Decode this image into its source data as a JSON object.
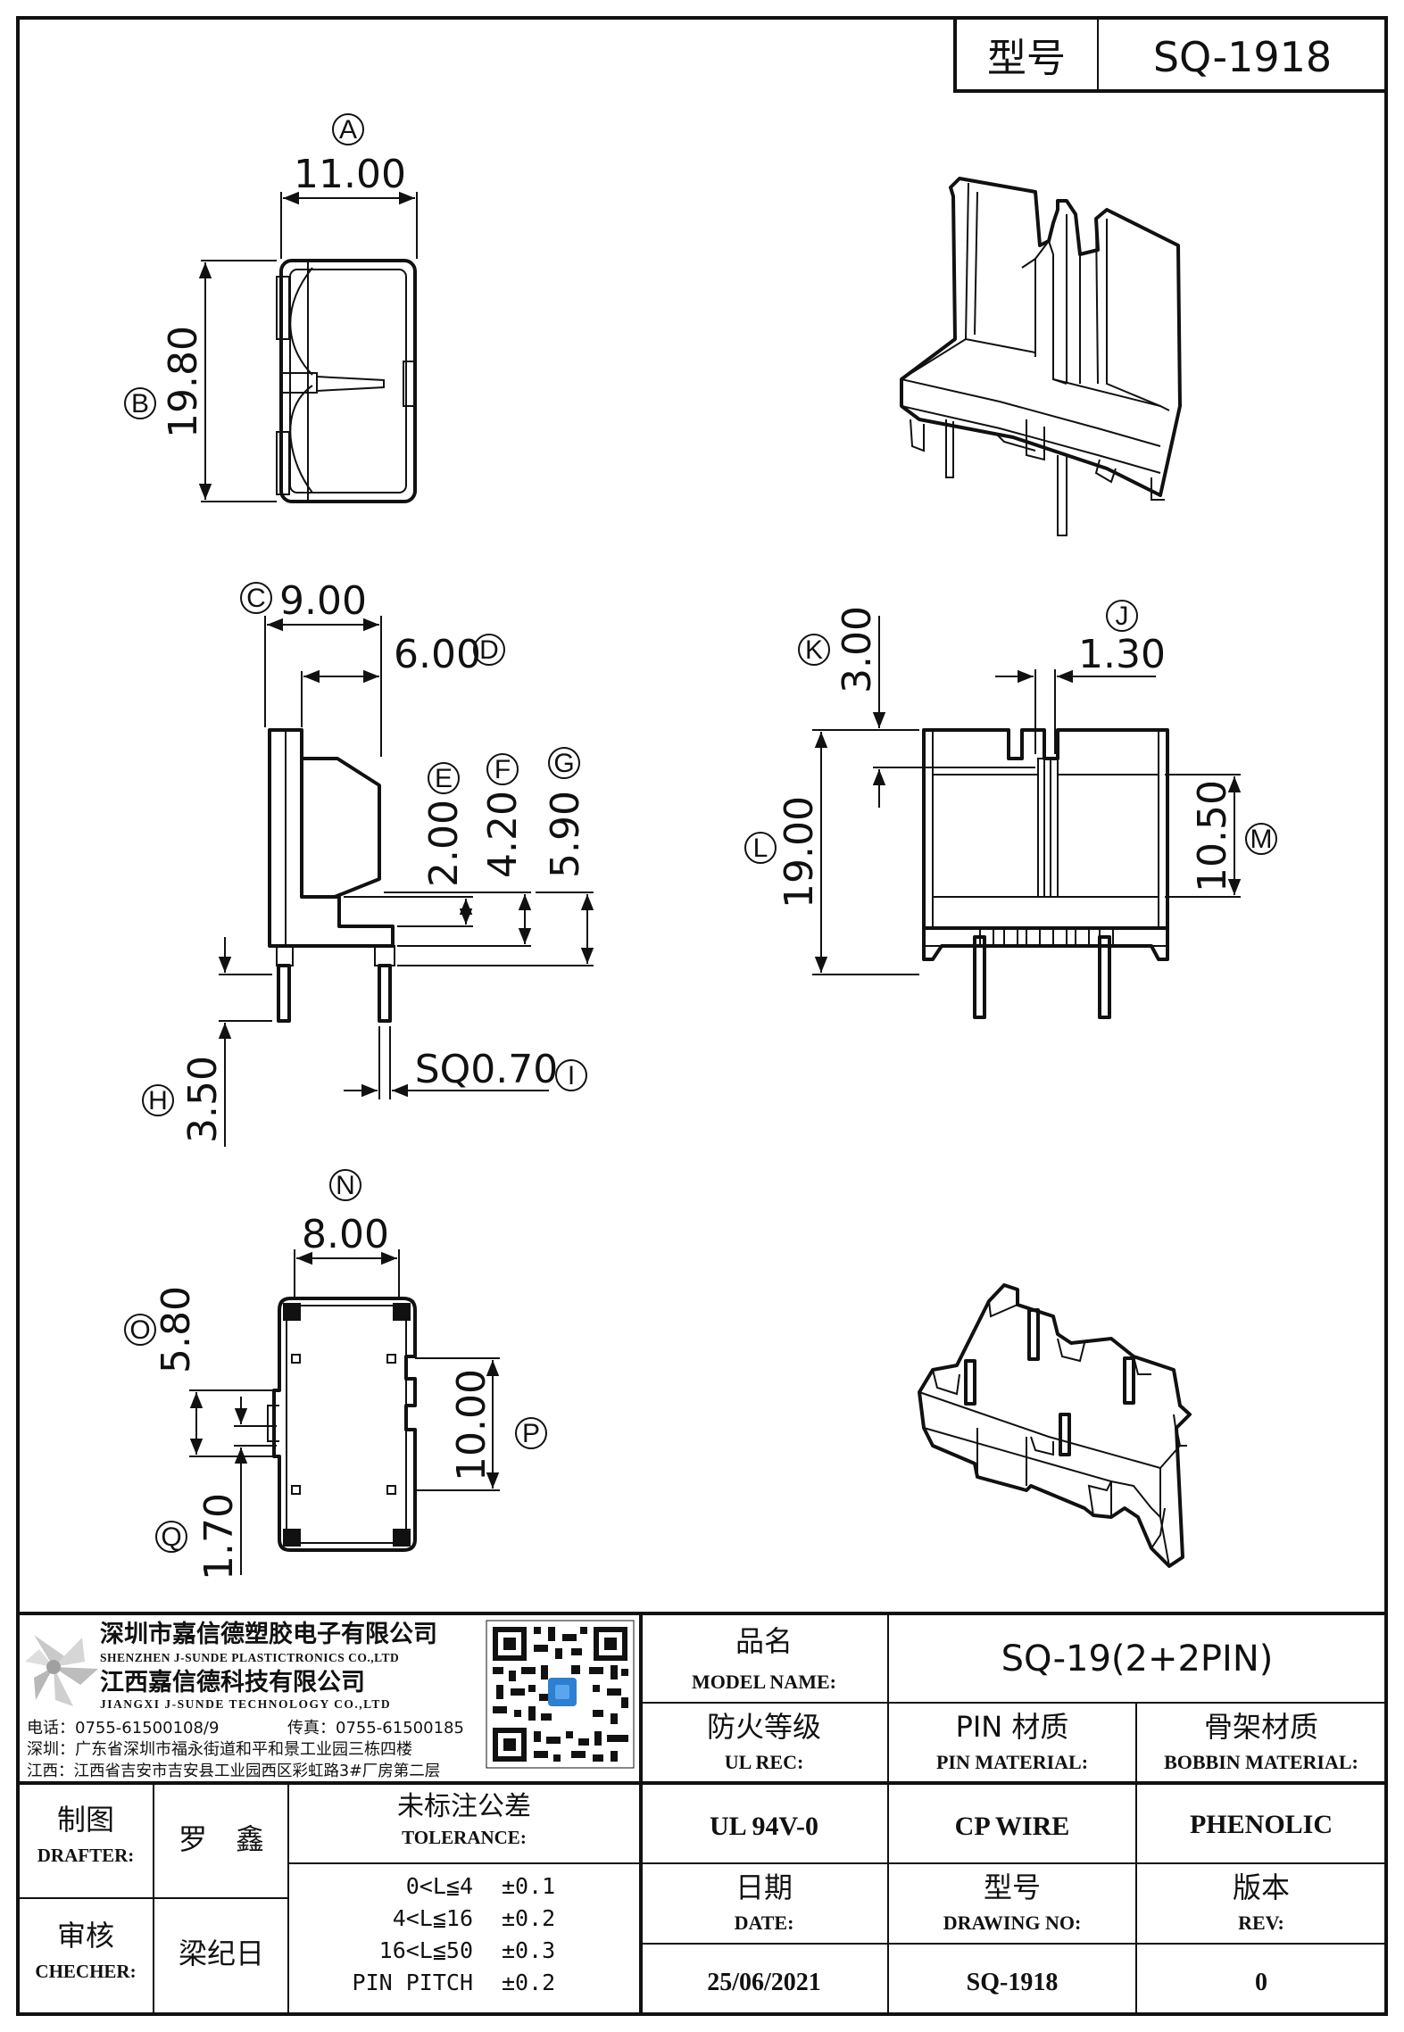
{
  "model_box": {
    "label": "型号",
    "value": "SQ-1918"
  },
  "top_view": {
    "A": {
      "letter": "A",
      "value": "11.00"
    },
    "B": {
      "letter": "B",
      "value": "19.80"
    }
  },
  "side_view": {
    "C": {
      "letter": "C",
      "value": "9.00"
    },
    "D": {
      "letter": "D",
      "value": "6.00"
    },
    "E": {
      "letter": "E",
      "value": "2.00"
    },
    "F": {
      "letter": "F",
      "value": "4.20"
    },
    "G": {
      "letter": "G",
      "value": "5.90"
    },
    "H": {
      "letter": "H",
      "value": "3.50"
    },
    "I": {
      "letter": "I",
      "value": "SQ0.70"
    }
  },
  "front_view": {
    "J": {
      "letter": "J",
      "value": "1.30"
    },
    "K": {
      "letter": "K",
      "value": "3.00"
    },
    "L": {
      "letter": "L",
      "value": "19.00"
    },
    "M": {
      "letter": "M",
      "value": "10.50"
    }
  },
  "bottom_view": {
    "N": {
      "letter": "N",
      "value": "8.00"
    },
    "O": {
      "letter": "O",
      "value": "5.80"
    },
    "P": {
      "letter": "P",
      "value": "10.00"
    },
    "Q": {
      "letter": "Q",
      "value": "1.70"
    }
  },
  "company": {
    "name_cn_1": "深圳市嘉信德塑胶电子有限公司",
    "name_en_1": "SHENZHEN J-SUNDE PLASTICTRONICS CO.,LTD",
    "name_cn_2": "江西嘉信德科技有限公司",
    "name_en_2": "JIANGXI J-SUNDE TECHNOLOGY CO.,LTD",
    "phone": "电话：0755-61500108/9",
    "fax": "传真：0755-61500185",
    "addr_sz": "深圳：广东省深圳市福永街道和平和景工业园三栋四楼",
    "addr_jx": "江西：江西省吉安市吉安县工业园西区彩虹路3#厂房第二层"
  },
  "title_block": {
    "model_name_cn": "品名",
    "model_name_en": "MODEL NAME:",
    "model_name_value": "SQ-19(2+2PIN)",
    "ul_cn": "防火等级",
    "ul_en": "UL REC:",
    "pin_cn": "PIN 材质",
    "pin_en": "PIN MATERIAL:",
    "bobbin_cn": "骨架材质",
    "bobbin_en": "BOBBIN MATERIAL:",
    "ul_value": "UL 94V-0",
    "pin_value": "CP WIRE",
    "bobbin_value": "PHENOLIC",
    "drafter_cn": "制图",
    "drafter_en": "DRAFTER:",
    "drafter_name": "罗　鑫",
    "checker_cn": "审核",
    "checker_en": "CHECHER:",
    "checker_name": "梁纪日",
    "tolerance_cn": "未标注公差",
    "tolerance_en": "TOLERANCE:",
    "tolerances": [
      {
        "range": "0<L≦4",
        "value": "±0.1"
      },
      {
        "range": "4<L≦16",
        "value": "±0.2"
      },
      {
        "range": "16<L≦50",
        "value": "±0.3"
      },
      {
        "range": "PIN PITCH",
        "value": "±0.2"
      }
    ],
    "date_cn": "日期",
    "date_en": "DATE:",
    "dwg_cn": "型号",
    "dwg_en": "DRAWING NO:",
    "rev_cn": "版本",
    "rev_en": "REV:",
    "date_value": "25/06/2021",
    "dwg_value": "SQ-1918",
    "rev_value": "0"
  }
}
